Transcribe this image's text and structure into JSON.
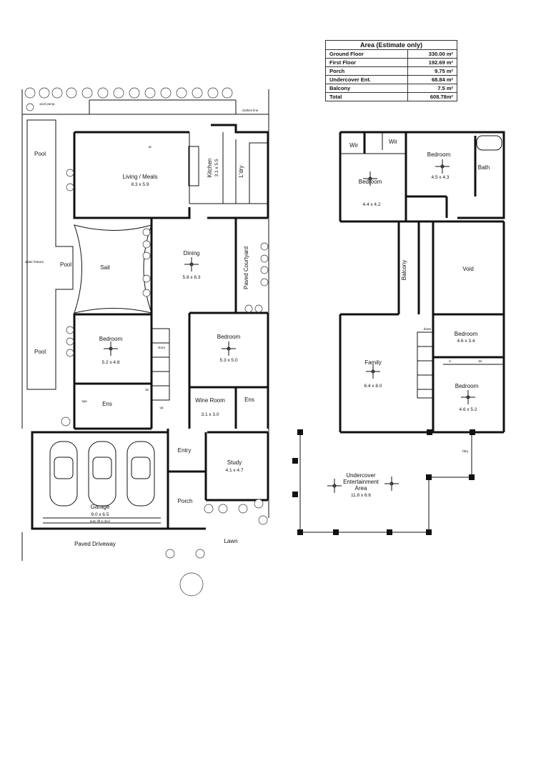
{
  "area_table": {
    "title": "Area (Estimate only)",
    "rows": [
      {
        "label": "Ground Floor",
        "value": "330.00 m²"
      },
      {
        "label": "First Floor",
        "value": "192.69 m²"
      },
      {
        "label": "Porch",
        "value": "9.75 m²"
      },
      {
        "label": "Undercover Ent.",
        "value": "68.84 m²"
      },
      {
        "label": "Balcony",
        "value": "7.5 m²"
      },
      {
        "label": "Total",
        "value": "608.78m²"
      }
    ]
  },
  "ground_floor": {
    "pool_top": "Pool",
    "pool_mid": "Pool",
    "pool_bottom": "Pool",
    "pool_pump": "pool pump",
    "water_feature": "water feature",
    "clothes_line": "clothes line",
    "sail": "Sail",
    "living": {
      "name": "Living / Meals",
      "dim": "8.3 x 5.9"
    },
    "kitchen": {
      "name": "Kitchen",
      "dim": "3.1 x 5.5"
    },
    "laundry": "L'dry",
    "dining": {
      "name": "Dining",
      "dim": "5.8 x 6.3"
    },
    "paved_courtyard": "Paved Courtyard",
    "bedroom1": {
      "name": "Bedroom",
      "dim": "5.2 x 4.8"
    },
    "bedroom2": {
      "name": "Bedroom",
      "dim": "5.3 x 5.0"
    },
    "ens1": "Ens",
    "ens2": "Ens",
    "wine_room": {
      "name": "Wine Room",
      "dim": "3.1 x 3.0"
    },
    "entry": "Entry",
    "study": {
      "name": "Study",
      "dim": "4.1 x 4.7"
    },
    "porch": "Porch",
    "garage": {
      "name": "Garage",
      "dim": "9.0 x 6.5"
    },
    "garage_door": "auto lift a door",
    "paved_driveway": "Paved Driveway",
    "lawn": "Lawn",
    "spa": "spa",
    "bir": "bir",
    "store": "store",
    "up": "up",
    "ac": "ac"
  },
  "first_floor": {
    "wir1": "Wir",
    "wir2": "Wir",
    "bedroom_a": {
      "name": "Bedroom",
      "dim": "4.4 x 4.2"
    },
    "bedroom_b": {
      "name": "Bedroom",
      "dim": "4.5 x 4.3"
    },
    "bath": "Bath",
    "balcony": "Balcony",
    "void": "Void",
    "family": {
      "name": "Family",
      "dim": "6.4 x 8.0"
    },
    "bedroom_c": {
      "name": "Bedroom",
      "dim": "4.6 x 3.4"
    },
    "bedroom_d": {
      "name": "Bedroom",
      "dim": "4.6 x 5.2"
    },
    "undercover": {
      "name_line1": "Undercover",
      "name_line2": "Entertainment",
      "name_line3": "Area",
      "dim": "11.8 x 6.6"
    },
    "bbq": "bbq",
    "down": "down",
    "lc": "lc",
    "bir": "bir"
  }
}
